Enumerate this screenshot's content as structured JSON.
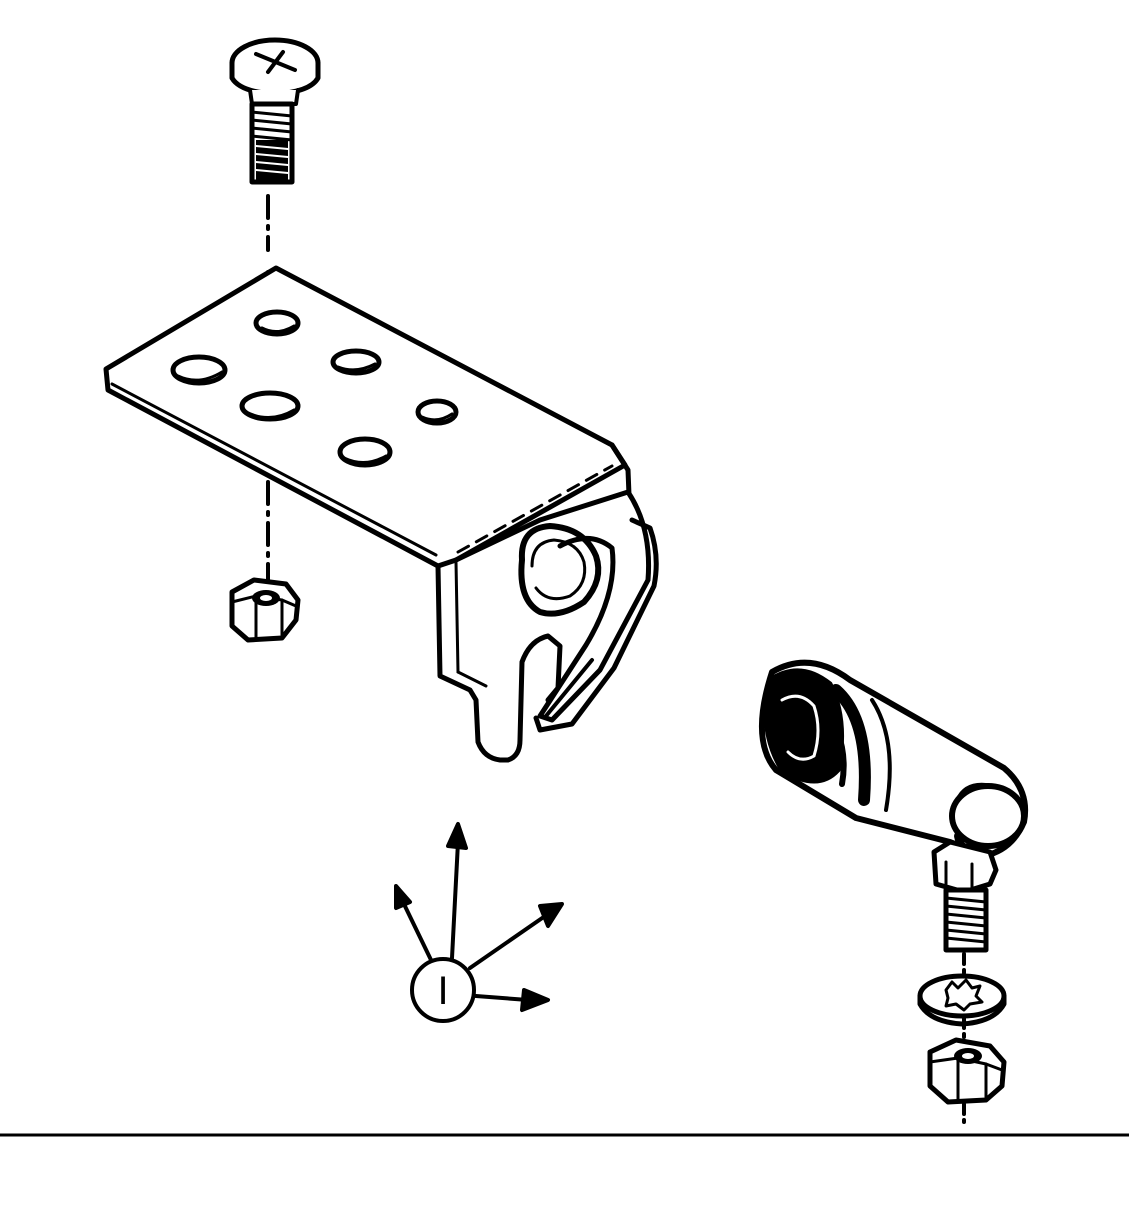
{
  "diagram": {
    "callout": "I",
    "line_color": "#000000",
    "paper_color": "#ffffff"
  },
  "parts": [
    {
      "id": "screw",
      "icon": "pan-head-screw-icon"
    },
    {
      "id": "bracket",
      "icon": "mounting-bracket-icon"
    },
    {
      "id": "bracket-nut",
      "icon": "hex-nut-icon"
    },
    {
      "id": "ball-socket",
      "icon": "ball-socket-joint-icon"
    },
    {
      "id": "lock-washer",
      "icon": "toothed-lock-washer-icon"
    },
    {
      "id": "socket-nut",
      "icon": "hex-nut-icon"
    }
  ]
}
